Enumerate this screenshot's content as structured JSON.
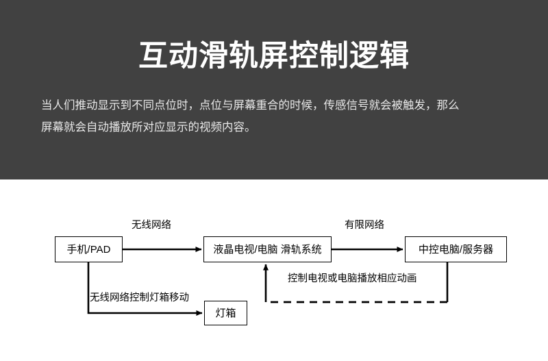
{
  "header": {
    "title": "互动滑轨屏控制逻辑",
    "subtitle_lines": [
      "当人们推动显示到不同点位时，点位与屏幕重合的时候，传感信号就会被触发，那么",
      "屏幕就会自动播放所对应显示的视频内容。"
    ],
    "background_color": "#414141",
    "title_color": "#ffffff",
    "subtitle_color": "#e9e9e9"
  },
  "diagram": {
    "background_color": "#ffffff",
    "line_color": "#000000",
    "nodes": [
      {
        "id": "phone",
        "label": "手机/PAD"
      },
      {
        "id": "screen",
        "label": "液晶电视/电脑 滑轨系统"
      },
      {
        "id": "server",
        "label": "中控电脑/服务器"
      },
      {
        "id": "lightbox",
        "label": "灯箱"
      }
    ],
    "edges": [
      {
        "id": "phone-to-screen",
        "label": "无线网络",
        "style": "solid"
      },
      {
        "id": "screen-to-server",
        "label": "有限网络",
        "style": "solid"
      },
      {
        "id": "phone-to-lightbox",
        "label": "无线网络控制灯箱移动",
        "style": "solid"
      },
      {
        "id": "server-to-screen",
        "label": "控制电视或电脑播放相应动画",
        "style": "dashed"
      }
    ]
  }
}
